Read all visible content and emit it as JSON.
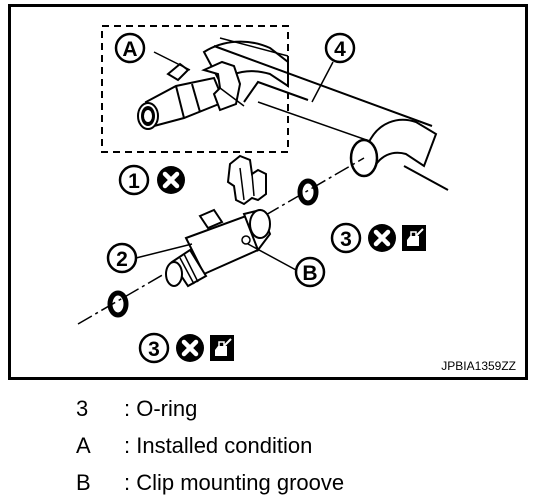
{
  "diagram": {
    "callouts": {
      "A": "A",
      "B": "B",
      "n1": "1",
      "n2": "2",
      "n3a": "3",
      "n3b": "3",
      "n4": "4"
    },
    "figure_code": "JPBIA1359ZZ"
  },
  "legend": [
    {
      "key": "3",
      "desc": ": O-ring"
    },
    {
      "key": "A",
      "desc": ": Installed condition"
    },
    {
      "key": "B",
      "desc": ": Clip mounting groove"
    }
  ],
  "icons": {
    "do_not_reuse": "x-circle-icon",
    "lubricate": "oil-can-icon"
  }
}
